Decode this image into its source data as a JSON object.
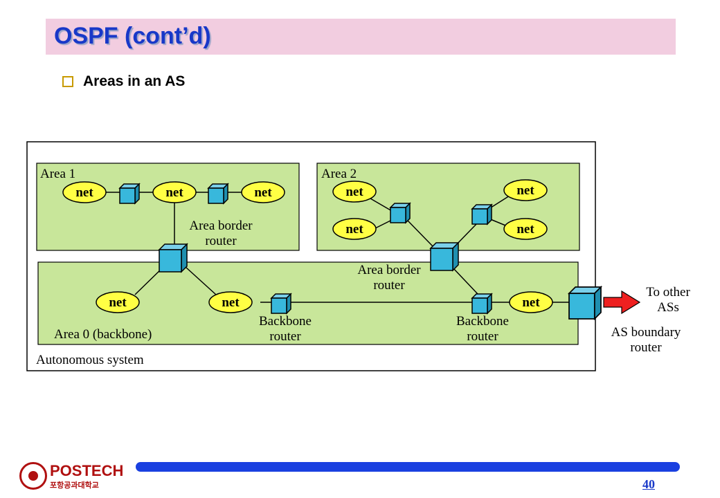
{
  "slide": {
    "title": "OSPF (cont’d)",
    "bullet": "Areas in an AS",
    "page_number": "40"
  },
  "logo": {
    "name": "POSTECH",
    "korean_name": "포항공과대학교"
  },
  "diagram": {
    "area1_label": "Area 1",
    "area2_label": "Area 2",
    "area0_label": "Area 0 (backbone)",
    "as_label": "Autonomous system",
    "net": "net",
    "abr1": [
      "Area border",
      "router"
    ],
    "abr2": [
      "Area border",
      "router"
    ],
    "bb1": [
      "Backbone",
      "router"
    ],
    "bb2": [
      "Backbone",
      "router"
    ],
    "asbr": [
      "AS boundary",
      "router"
    ],
    "to_other": [
      "To other",
      "ASs"
    ]
  },
  "colors": {
    "title_bg": "#f2cde0",
    "title_text": "#1838c8",
    "area_fill": "#c8e69a",
    "net_fill": "#ffff44",
    "router_fill": "#38b8dc",
    "arrow": "#ee2020",
    "footer_bar": "#1a40e0"
  }
}
